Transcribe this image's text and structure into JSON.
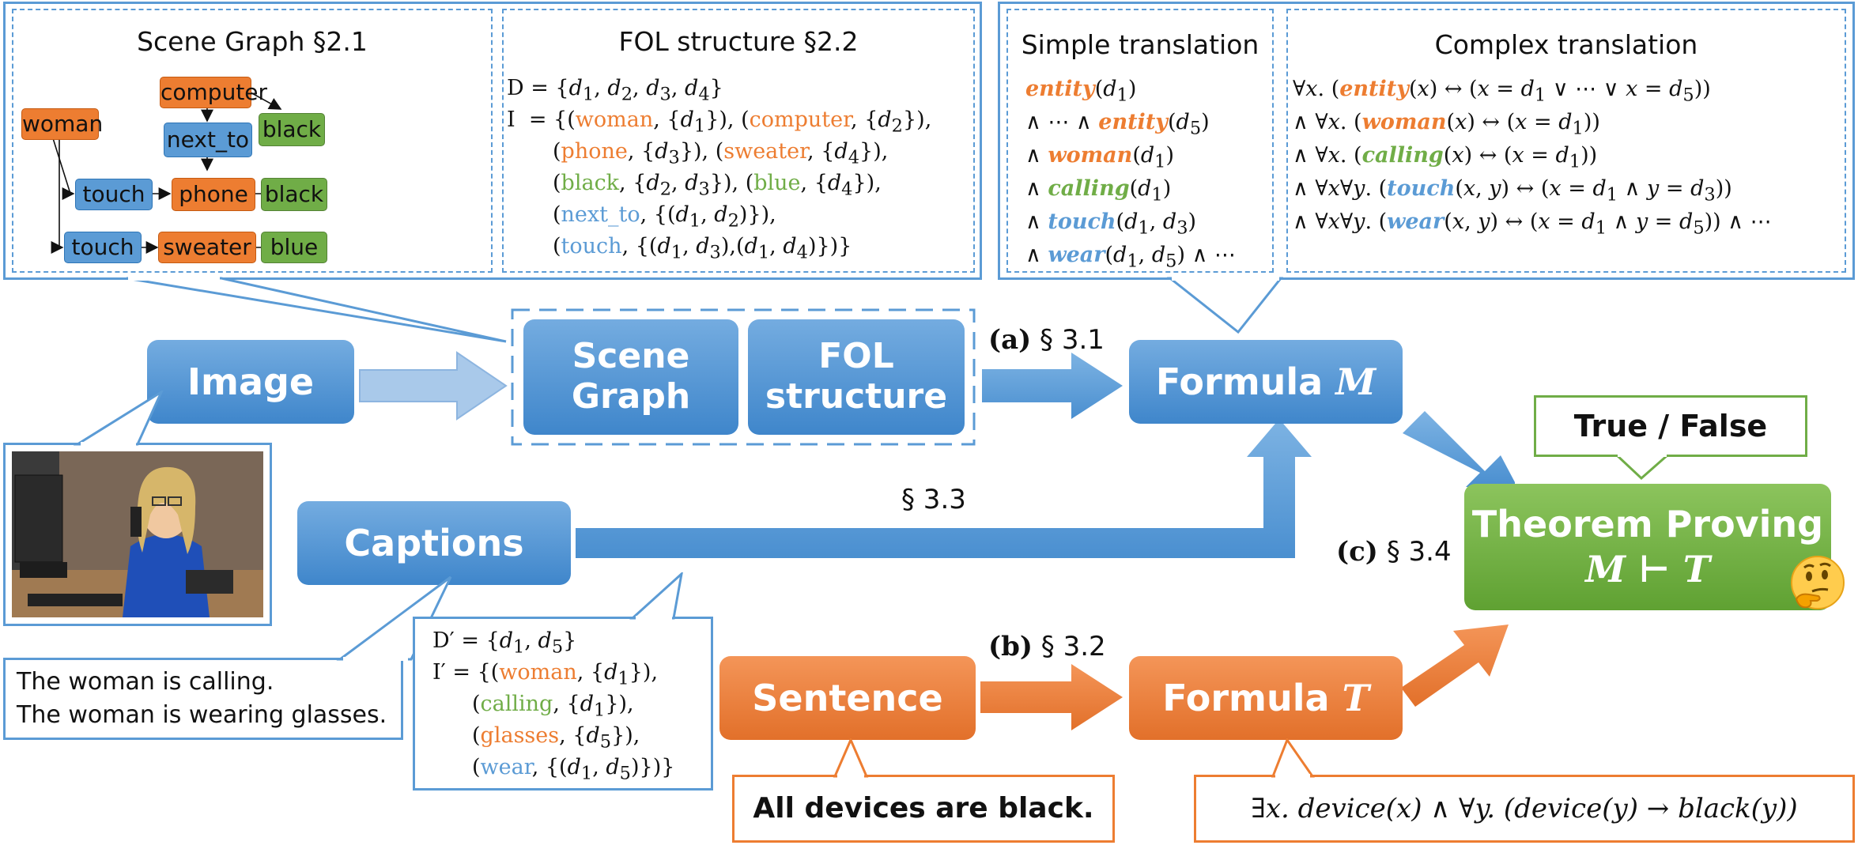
{
  "panels": {
    "scene_graph": {
      "title": "Scene Graph §2.1",
      "nodes": {
        "woman": "woman",
        "computer": "computer",
        "next_to": "next_to",
        "black1": "black",
        "touch1": "touch",
        "phone": "phone",
        "black2": "black",
        "touch2": "touch",
        "sweater": "sweater",
        "blue": "blue"
      }
    },
    "fol_structure": {
      "title": "FOL structure §2.2"
    },
    "simple_translation": {
      "title": "Simple translation"
    },
    "complex_translation": {
      "title": "Complex translation"
    }
  },
  "boxes": {
    "image": "Image",
    "scene_graph": "Scene Graph",
    "fol_structure": "FOL structure",
    "formula_m": "Formula",
    "formula_m_var": "M",
    "captions": "Captions",
    "sentence": "Sentence",
    "formula_t": "Formula",
    "formula_t_var": "T",
    "theorem_proving": "Theorem Proving"
  },
  "labels": {
    "a_letter": "(a)",
    "a_section": "§ 3.1",
    "b_letter": "(b)",
    "b_section": "§ 3.2",
    "c_letter": "(c)",
    "c_section": "§ 3.4",
    "captions_section": "§ 3.3"
  },
  "callouts": {
    "true_false": "True / False",
    "caption_line1": "The woman is calling.",
    "caption_line2": "The woman is wearing glasses.",
    "sentence": "All devices are black."
  },
  "colors": {
    "blue": "#5b9bd5",
    "orange": "#ed7d31",
    "green": "#70ad47"
  },
  "icons": {
    "thinking_face": "thinking-face-emoji"
  }
}
